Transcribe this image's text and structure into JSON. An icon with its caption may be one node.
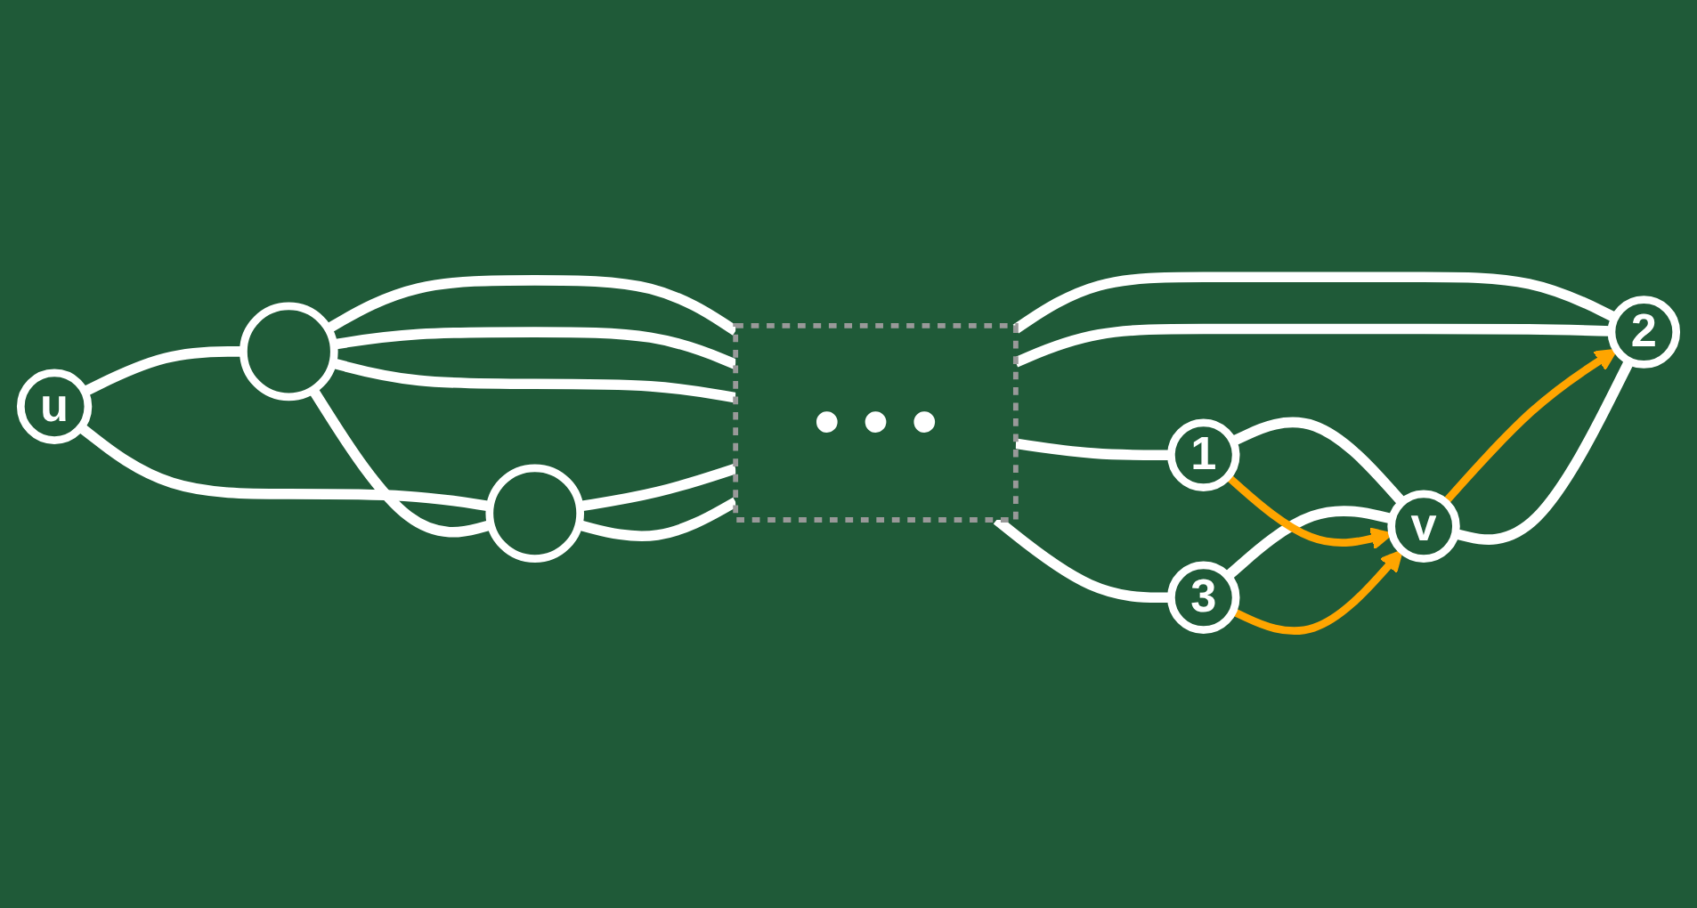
{
  "diagram": {
    "nodes": [
      {
        "text": [
          "u"
        ]
      },
      {
        "text": [],
        "shape": "circle"
      },
      {
        "text": [],
        "shape": "circle"
      },
      {
        "text": [
          "• • •"
        ]
      },
      {
        "text": [
          "1"
        ]
      },
      {
        "text": [
          "2"
        ]
      },
      {
        "text": [
          "3"
        ]
      },
      {
        "text": [
          "v"
        ]
      }
    ],
    "edges": [
      {
        "from": 0,
        "to": 1,
        "arrow": "none"
      },
      {
        "from": 0,
        "to": 2,
        "arrow": "none"
      },
      {
        "from": 1,
        "to": 2,
        "arrow": "none"
      },
      {
        "from": 1,
        "to": 3,
        "arrow": "none"
      },
      {
        "from": 1,
        "to": 3,
        "arrow": "none"
      },
      {
        "from": 1,
        "to": 3,
        "arrow": "none"
      },
      {
        "from": 2,
        "to": 3,
        "arrow": "none"
      },
      {
        "from": 2,
        "to": 3,
        "arrow": "none"
      },
      {
        "from": 3,
        "to": 4,
        "arrow": "none"
      },
      {
        "from": 3,
        "to": 5,
        "arrow": "none"
      },
      {
        "from": 3,
        "to": 5,
        "arrow": "none"
      },
      {
        "from": 3,
        "to": 6,
        "arrow": "none"
      },
      {
        "from": 4,
        "to": 7,
        "arrow": "none"
      },
      {
        "from": 5,
        "to": 7,
        "arrow": "none"
      },
      {
        "from": 6,
        "to": 7,
        "arrow": "none"
      },
      {
        "from": 4,
        "to": 7,
        "arrow": "to",
        "color": "#ffa500"
      },
      {
        "from": 7,
        "to": 5,
        "arrow": "to",
        "color": "#ffa500"
      },
      {
        "from": 6,
        "to": 7,
        "arrow": "to",
        "color": "#ffa500"
      }
    ]
  }
}
